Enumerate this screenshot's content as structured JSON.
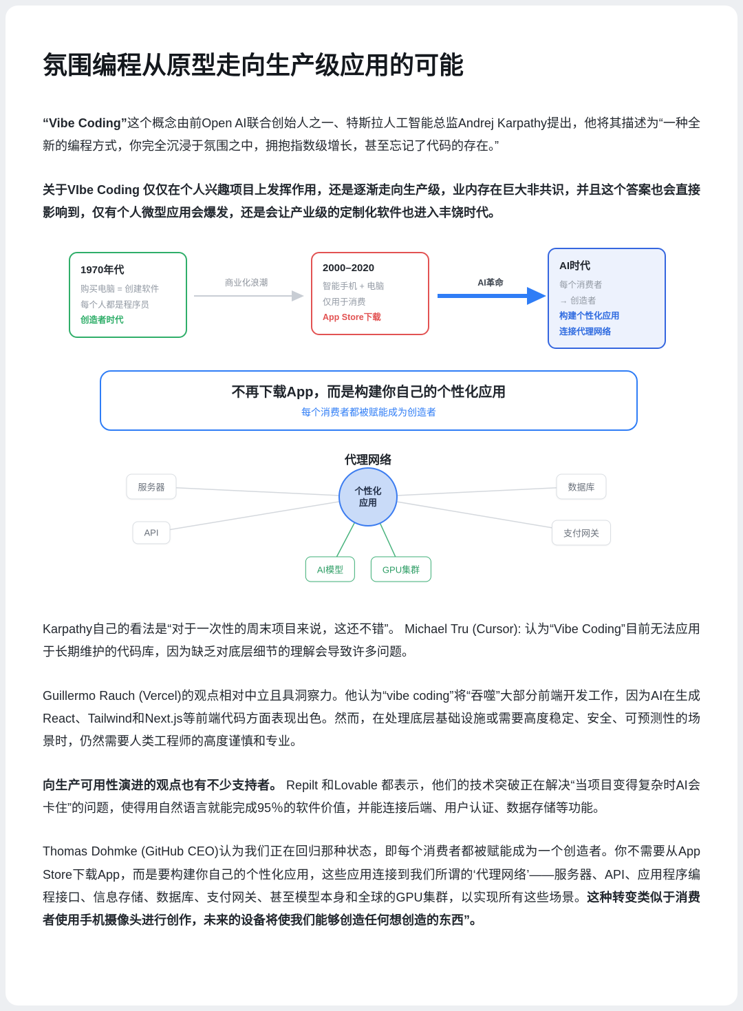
{
  "page": {
    "title": "氛围编程从原型走向生产级应用的可能"
  },
  "intro": {
    "p1_bold": "“Vibe Coding”",
    "p1_text": "这个概念由前Open AI联合创始人之一、特斯拉人工智能总监Andrej Karpathy提出，他将其描述为“一种全新的编程方式，你完全沉浸于氛围之中，拥抱指数级增长，甚至忘记了代码的存在。”",
    "p2": "关于VIbe Coding 仅仅在个人兴趣项目上发挥作用，还是逐渐走向生产级，业内存在巨大非共识，并且这个答案也会直接影响到，仅有个人微型应用会爆发，还是会让产业级的定制化软件也进入丰饶时代。"
  },
  "timeline": {
    "era1": {
      "title": "1970年代",
      "line1": "购买电脑 = 创建软件",
      "line2": "每个人都是程序员",
      "highlight": "创造者时代"
    },
    "arrow1_label": "商业化浪潮",
    "era2": {
      "title": "2000–2020",
      "line1": "智能手机 + 电脑",
      "line2": "仅用于消费",
      "highlight": "App Store下载"
    },
    "arrow2_label": "AI革命",
    "era3": {
      "title": "AI时代",
      "line1": "每个消费者",
      "line2": "→ 创造者",
      "highlight1": "构建个性化应用",
      "highlight2": "连接代理网络"
    }
  },
  "banner": {
    "title": "不再下载App，而是构建你自己的个性化应用",
    "subtitle": "每个消费者都被赋能成为创造者"
  },
  "network": {
    "title": "代理网络",
    "center_line1": "个性化",
    "center_line2": "应用",
    "node_server": "服务器",
    "node_api": "API",
    "node_database": "数据库",
    "node_gateway": "支付网关",
    "node_ai_model": "AI模型",
    "node_gpu_cluster": "GPU集群"
  },
  "body": {
    "p3": "Karpathy自己的看法是“对于一次性的周末项目来说，这还不错”。 Michael Tru (Cursor): 认为“Vibe Coding”目前无法应用于长期维护的代码库，因为缺乏对底层细节的理解会导致许多问题。",
    "p4": "Guillermo Rauch (Vercel)的观点相对中立且具洞察力。他认为“vibe coding”将“吞噬”大部分前端开发工作，因为AI在生成React、Tailwind和Next.js等前端代码方面表现出色。然而，在处理底层基础设施或需要高度稳定、安全、可预测性的场景时，仍然需要人类工程师的高度谨慎和专业。",
    "p5_bold": "向生产可用性演进的观点也有不少支持者。",
    "p5_text": " Repilt 和Lovable 都表示，他们的技术突破正在解决“当项目变得复杂时AI会卡住”的问题，使得用自然语言就能完成95％的软件价值，并能连接后端、用户认证、数据存储等功能。",
    "p6_text": "Thomas Dohmke (GitHub CEO)认为我们正在回归那种状态，即每个消费者都被赋能成为一个创造者。你不需要从App Store下载App，而是要构建你自己的个性化应用，这些应用连接到我们所谓的‘代理网络’——服务器、API、应用程序编程接口、信息存储、数据库、支付网关、甚至模型本身和全球的GPU集群，以实现所有这些场景。",
    "p6_bold": "这种转变类似于消费者使用手机摄像头进行创作，未来的设备将使我们能够创造任何想创造的东西”。"
  },
  "colors": {
    "green": "#2fae69",
    "red": "#e25252",
    "blue": "#2f7df6",
    "gray_text": "#939aa4"
  }
}
